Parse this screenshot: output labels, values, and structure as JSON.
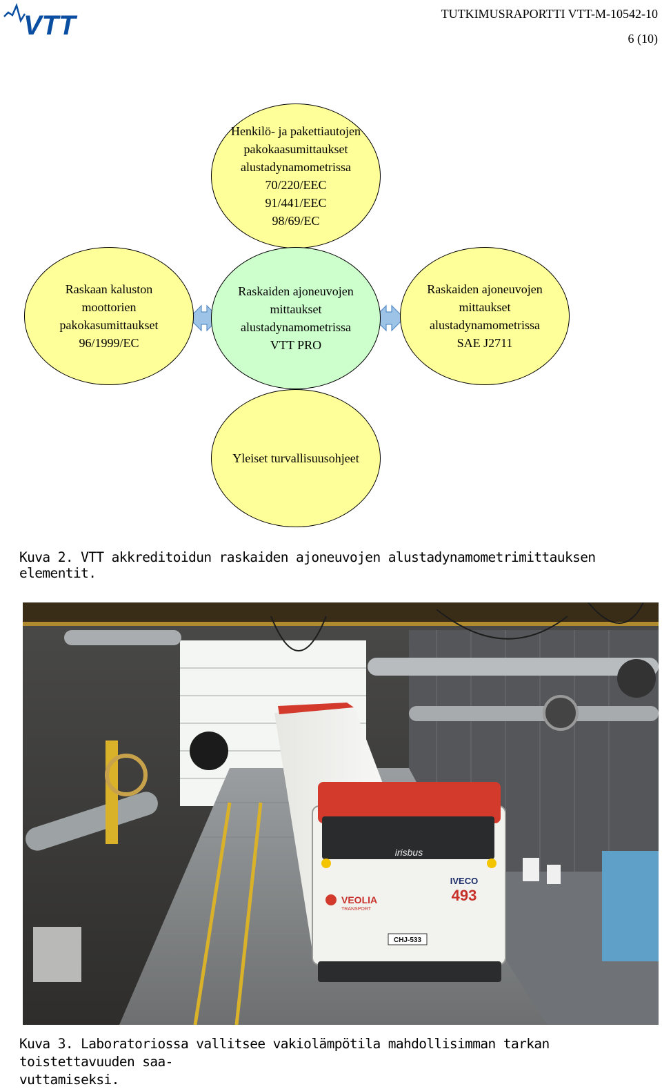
{
  "header": {
    "logo_text": "VTT",
    "report_title": "TUTKIMUSRAPORTTI VTT-M-10542-10",
    "page_number": "6 (10)"
  },
  "diagram": {
    "top": [
      "Henkilö- ja pakettiautojen",
      "pakokaasumittaukset",
      "alustadynamometrissa",
      "70/220/EEC",
      "91/441/EEC",
      "98/69/EC"
    ],
    "left": [
      "Raskaan kaluston",
      "moottorien",
      "pakokasumittaukset",
      "96/1999/EC"
    ],
    "center": [
      "Raskaiden ajoneuvojen",
      "mittaukset",
      "alustadynamometrissa",
      "VTT PRO"
    ],
    "right": [
      "Raskaiden ajoneuvojen",
      "mittaukset",
      "alustadynamometrissa",
      "SAE J2711"
    ],
    "bottom": [
      "Yleiset turvallisuusohjeet"
    ],
    "colors": {
      "yellow": "#ffff99",
      "green": "#ccffcc",
      "arrow": "#9dc3e6"
    }
  },
  "captions": {
    "figure2": "Kuva 2. VTT akkreditoidun raskaiden ajoneuvojen alustadynamometrimittauksen elementit.",
    "figure3_line1": "Kuva 3. Laboratoriossa vallitsee vakiolämpötila mahdollisimman tarkan toistettavuuden saa-",
    "figure3_line2": "vuttamiseksi."
  },
  "photo": {
    "bus_brand": "irisbus",
    "bus_maker": "IVECO",
    "bus_number": "493",
    "operator": "VEOLIA",
    "operator_sub": "TRANSPORT",
    "plate": "CHJ-533"
  }
}
